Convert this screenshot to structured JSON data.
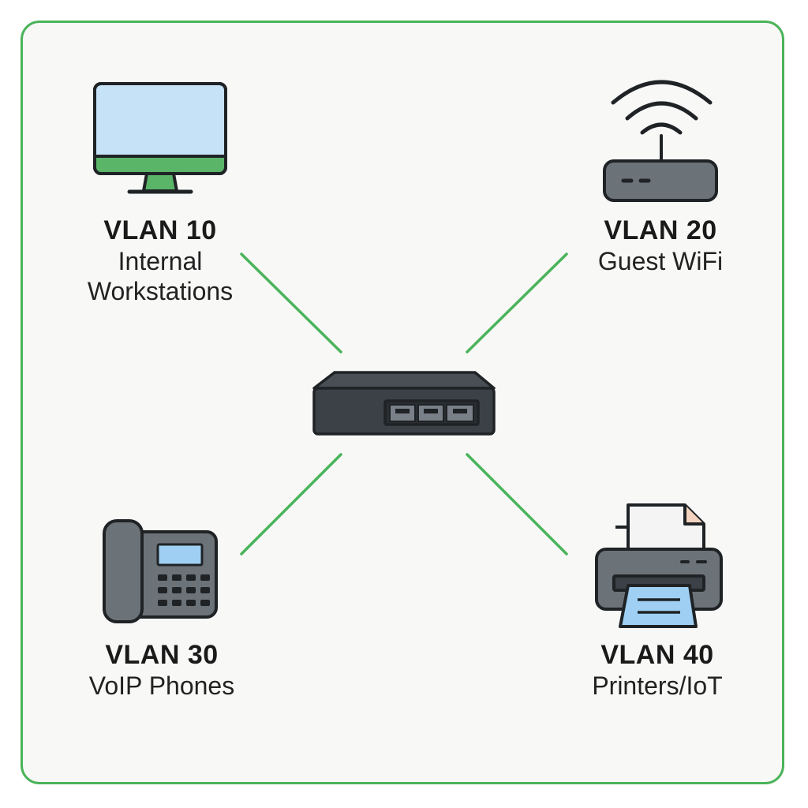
{
  "diagram": {
    "accent_color": "#4bb35a",
    "hub": {
      "icon": "network-switch-icon"
    },
    "nodes": [
      {
        "id": "vlan10",
        "title": "VLAN 10",
        "subtitle_line1": "Internal",
        "subtitle_line2": "Workstations",
        "icon": "desktop-monitor-icon"
      },
      {
        "id": "vlan20",
        "title": "VLAN 20",
        "subtitle_line1": "Guest WiFi",
        "icon": "wifi-router-icon"
      },
      {
        "id": "vlan30",
        "title": "VLAN 30",
        "subtitle_line1": "VoIP Phones",
        "icon": "desk-phone-icon"
      },
      {
        "id": "vlan40",
        "title": "VLAN 40",
        "subtitle_line1": "Printers/IoT",
        "icon": "printer-icon"
      }
    ]
  }
}
